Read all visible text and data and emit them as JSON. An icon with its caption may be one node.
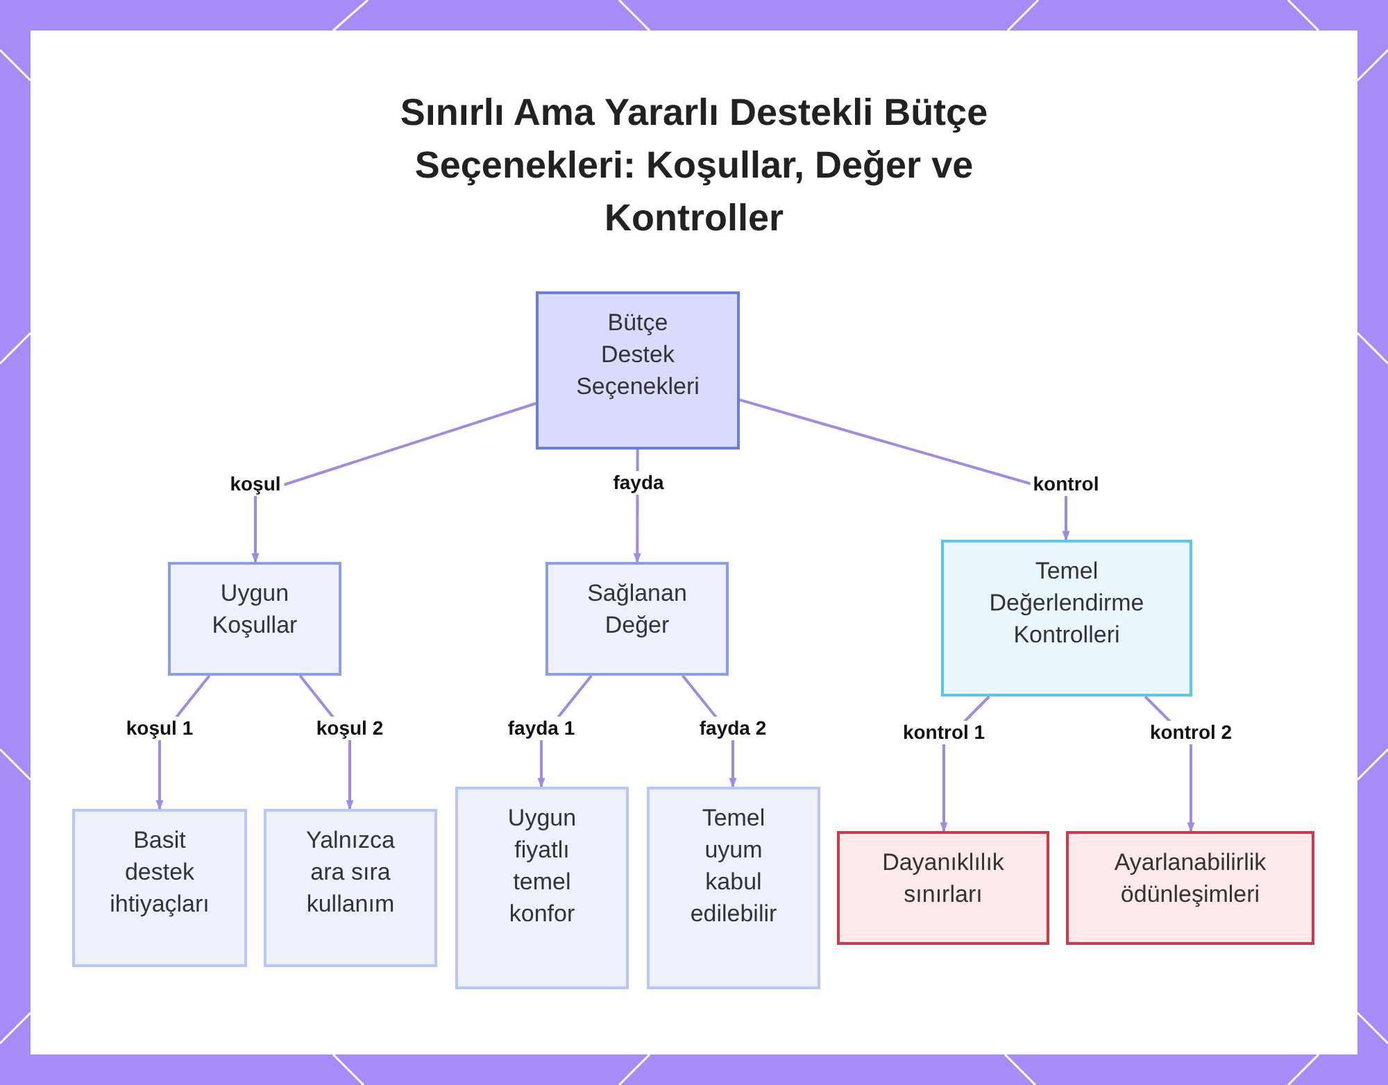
{
  "diagram": {
    "title": "Sınırlı Ama Yararlı Destekli Bütçe Seçenekleri: Koşullar, Değer ve Kontroller",
    "nodes": [
      {
        "text": [
          "Bütçe Destek Seçenekleri"
        ]
      },
      {
        "text": [
          "Uygun Koşullar"
        ]
      },
      {
        "text": [
          "Sağlanan Değer"
        ]
      },
      {
        "text": [
          "Temel Değerlendirme Kontrolleri"
        ]
      },
      {
        "text": [
          "Basit destek ihtiyaçları"
        ]
      },
      {
        "text": [
          "Yalnızca ara sıra kullanım"
        ]
      },
      {
        "text": [
          "Uygun fiyatlı temel konfor"
        ]
      },
      {
        "text": [
          "Temel uyum kabul edilebilir"
        ]
      },
      {
        "text": [
          "Dayanıklılık sınırları"
        ]
      },
      {
        "text": [
          "Ayarlanabilirlik ödünleşimleri"
        ]
      }
    ],
    "edges": [
      {
        "from": 0,
        "to": 1,
        "arrow": "to",
        "label": "koşul"
      },
      {
        "from": 0,
        "to": 2,
        "arrow": "to",
        "label": "fayda"
      },
      {
        "from": 0,
        "to": 3,
        "arrow": "to",
        "label": "kontrol"
      },
      {
        "from": 1,
        "to": 4,
        "arrow": "to",
        "label": "koşul 1"
      },
      {
        "from": 1,
        "to": 5,
        "arrow": "to",
        "label": "koşul 2"
      },
      {
        "from": 2,
        "to": 6,
        "arrow": "to",
        "label": "fayda 1"
      },
      {
        "from": 2,
        "to": 7,
        "arrow": "to",
        "label": "fayda 2"
      },
      {
        "from": 3,
        "to": 8,
        "arrow": "to",
        "label": "kontrol 1"
      },
      {
        "from": 3,
        "to": 9,
        "arrow": "to",
        "label": "kontrol 2"
      }
    ]
  }
}
